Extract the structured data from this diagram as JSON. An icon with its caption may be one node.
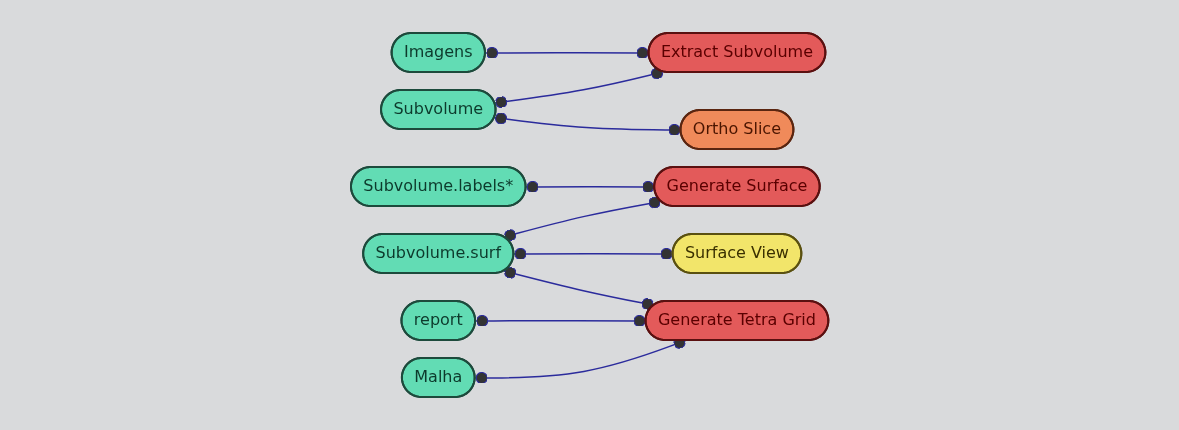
{
  "diagram": {
    "nodes": [
      {
        "text": [
          "Imagens"
        ]
      },
      {
        "text": [
          "Extract Subvolume"
        ]
      },
      {
        "text": [
          "Subvolume"
        ]
      },
      {
        "text": [
          "Ortho Slice"
        ]
      },
      {
        "text": [
          "Subvolume.labels*"
        ]
      },
      {
        "text": [
          "Generate Surface"
        ]
      },
      {
        "text": [
          "Subvolume.surf"
        ]
      },
      {
        "text": [
          "Surface View"
        ]
      },
      {
        "text": [
          "report"
        ]
      },
      {
        "text": [
          "Generate Tetra Grid"
        ]
      },
      {
        "text": [
          "Malha"
        ]
      }
    ],
    "edges": [
      {
        "from": 0,
        "to": 1,
        "arrow": "other"
      },
      {
        "from": 2,
        "to": 1,
        "arrow": "other"
      },
      {
        "from": 2,
        "to": 3,
        "arrow": "other"
      },
      {
        "from": 4,
        "to": 5,
        "arrow": "other"
      },
      {
        "from": 6,
        "to": 5,
        "arrow": "other"
      },
      {
        "from": 6,
        "to": 7,
        "arrow": "other"
      },
      {
        "from": 6,
        "to": 9,
        "arrow": "other"
      },
      {
        "from": 8,
        "to": 9,
        "arrow": "other"
      },
      {
        "from": 10,
        "to": 9,
        "arrow": "other"
      }
    ]
  }
}
